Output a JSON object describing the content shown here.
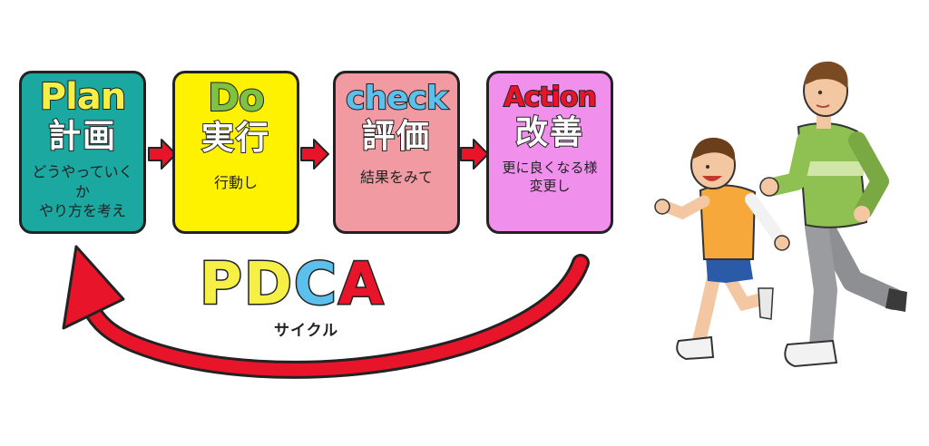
{
  "cards": [
    {
      "title": "Plan",
      "kanji": "計画",
      "desc1": "どうやっていくか",
      "desc2": "やり方を考え",
      "bg": "#1aa8a0",
      "title_color": "#f6f046"
    },
    {
      "title": "Do",
      "kanji": "実行",
      "desc1": "行動し",
      "desc2": "",
      "bg": "#fff200",
      "title_color": "#7fc241"
    },
    {
      "title": "check",
      "kanji": "評価",
      "desc1": "結果をみて",
      "desc2": "",
      "bg": "#f19aa1",
      "title_color": "#5bc0eb"
    },
    {
      "title": "Action",
      "kanji": "改善",
      "desc1": "更に良くなる様",
      "desc2": "変更し",
      "bg": "#f190ec",
      "title_color": "#e8142a"
    }
  ],
  "cycle": {
    "letters": [
      "P",
      "D",
      "C",
      "A"
    ],
    "letter_colors": [
      "#f6f046",
      "#f6f046",
      "#5bc0eb",
      "#e8142a"
    ],
    "label": "サイクル"
  },
  "colors": {
    "arrow_red": "#e8142a",
    "outline": "#222222"
  },
  "illustration": {
    "subject": "father and son running"
  }
}
